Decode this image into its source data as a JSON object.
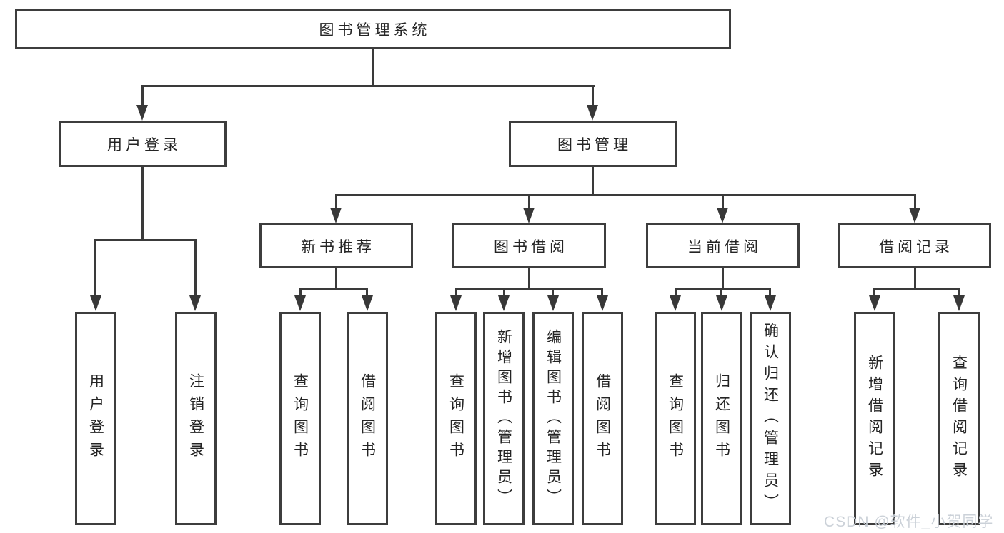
{
  "tree": {
    "root": "图书管理系统",
    "branches": [
      {
        "label": "用户登录",
        "children": [
          "用户登录",
          "注销登录"
        ]
      },
      {
        "label": "图书管理",
        "children": [
          {
            "label": "新书推荐",
            "children": [
              "查询图书",
              "借阅图书"
            ]
          },
          {
            "label": "图书借阅",
            "children": [
              "查询图书",
              "新增图书（管理员）",
              "编辑图书（管理员）",
              "借阅图书"
            ]
          },
          {
            "label": "当前借阅",
            "children": [
              "查询图书",
              "归还图书",
              "确认归还（管理员）"
            ]
          },
          {
            "label": "借阅记录",
            "children": [
              "新增借阅记录",
              "查询借阅记录"
            ]
          }
        ]
      }
    ]
  },
  "watermark": {
    "text": "CSDN @软件_小贺同学"
  },
  "colors": {
    "line": "#3a3a3a",
    "box_border": "#3d3d3d",
    "box_fill": "#ffffff",
    "text": "#242424",
    "watermark": "#c9cfd6",
    "background": "#ffffff"
  }
}
